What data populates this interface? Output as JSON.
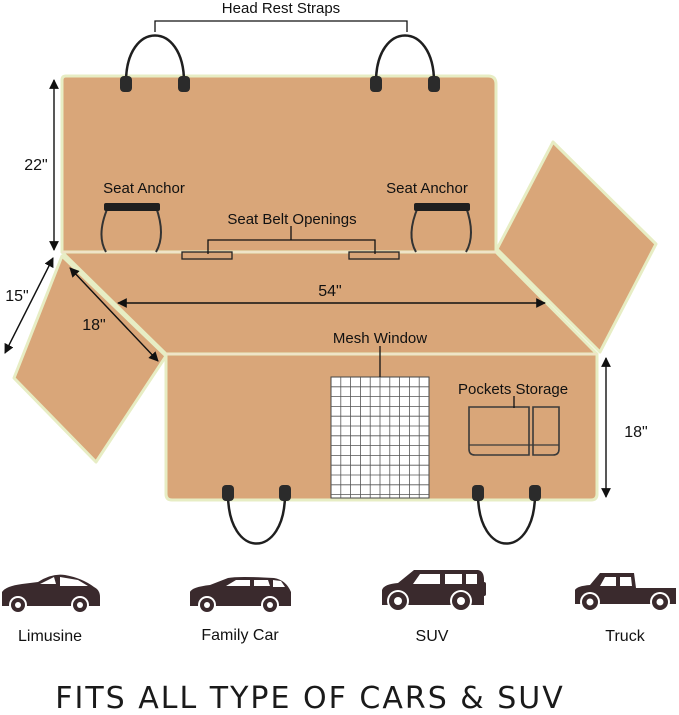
{
  "colors": {
    "cover": "#d9a679",
    "cover_edge": "#e7edc4",
    "strap": "#1f1f1f",
    "line": "#111111"
  },
  "labels": {
    "head_rest_straps": "Head Rest Straps",
    "seat_anchor_left": "Seat Anchor",
    "seat_anchor_right": "Seat Anchor",
    "seat_belt_openings": "Seat Belt Openings",
    "mesh_window": "Mesh Window",
    "pockets_storage": "Pockets Storage"
  },
  "dimensions": {
    "back_height": "22\"",
    "side_flap_outer": "15\"",
    "side_flap_inner": "18\"",
    "seat_width": "54\"",
    "lower_height": "18\""
  },
  "vehicles": [
    {
      "name": "Limusine",
      "icon": "sedan-icon"
    },
    {
      "name": "Family Car",
      "icon": "wagon-icon"
    },
    {
      "name": "SUV",
      "icon": "suv-icon"
    },
    {
      "name": "Truck",
      "icon": "pickup-truck-icon"
    }
  ],
  "footer": "FITS ALL TYPE OF CARS & SUV"
}
